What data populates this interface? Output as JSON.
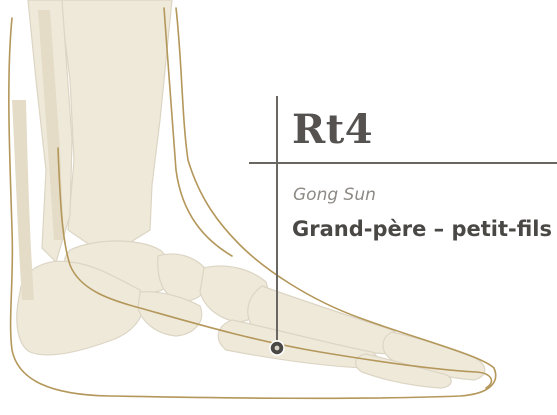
{
  "point": {
    "code": "Rt4",
    "pinyin": "Gong Sun",
    "translation": "Grand-père – petit-fils"
  },
  "colors": {
    "outline": "#b4975a",
    "bone_fill": "#efe9da",
    "bone_edge": "#dcd5c4",
    "tendon_fill": "#e4dcc7",
    "leader_line": "#6a6763",
    "marker_fill": "#4a4845",
    "text_main": "#4a4845",
    "text_sub": "#8d8a86"
  },
  "icons": {
    "point_marker": "acupoint-marker-icon"
  }
}
